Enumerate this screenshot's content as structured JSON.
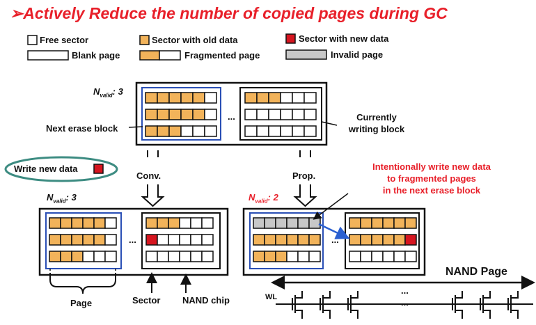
{
  "title": "Actively Reduce the number of copied pages during GC",
  "title_arrow": "➢",
  "legend": {
    "free_sector": "Free sector",
    "sector_old": "Sector with old data",
    "sector_new": "Sector with new data",
    "blank_page": "Blank page",
    "fragmented_page": "Fragmented page",
    "invalid_page": "Invalid page"
  },
  "labels": {
    "n_valid_prefix": "N",
    "n_valid_sub": "valid",
    "top_nvalid": ": 3",
    "left_nvalid": ": 3",
    "right_nvalid": ": 2",
    "next_erase_block": "Next erase block",
    "currently_writing_1": "Currently",
    "currently_writing_2": "writing block",
    "write_new_data": "Write new data",
    "conv": "Conv.",
    "prop": "Prop.",
    "intentional_1": "Intentionally write new data",
    "intentional_2": "to fragmented pages",
    "intentional_3": "in the next erase block",
    "ellipsis": "...",
    "page": "Page",
    "sector": "Sector",
    "nand_chip": "NAND chip",
    "nand_page": "NAND Page",
    "wl": "WL"
  },
  "colors": {
    "title_red": "#e8202a",
    "old_data": "#f2b35a",
    "new_data": "#d6151f",
    "invalid": "#c8c8c8",
    "blue_outline": "#2a4fb5",
    "teal_ellipse": "#3d8c82",
    "arrow_blue": "#2a5fd0"
  }
}
